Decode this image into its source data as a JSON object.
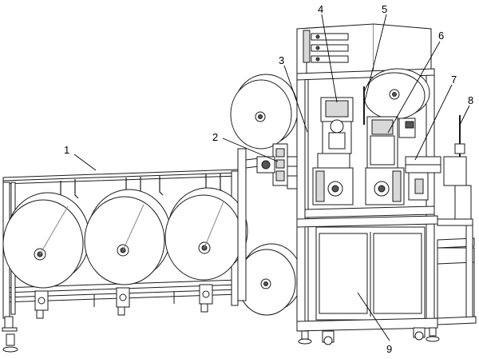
{
  "callouts": [
    {
      "id": "1",
      "text": "1"
    },
    {
      "id": "2",
      "text": "2"
    },
    {
      "id": "3",
      "text": "3"
    },
    {
      "id": "4",
      "text": "4"
    },
    {
      "id": "5",
      "text": "5"
    },
    {
      "id": "6",
      "text": "6"
    },
    {
      "id": "7",
      "text": "7"
    },
    {
      "id": "8",
      "text": "8"
    },
    {
      "id": "9",
      "text": "9"
    }
  ],
  "colors": {
    "line": "#1a1a1a",
    "fill": "#ffffff",
    "shade": "#d8d8d8",
    "dark": "#555555"
  }
}
